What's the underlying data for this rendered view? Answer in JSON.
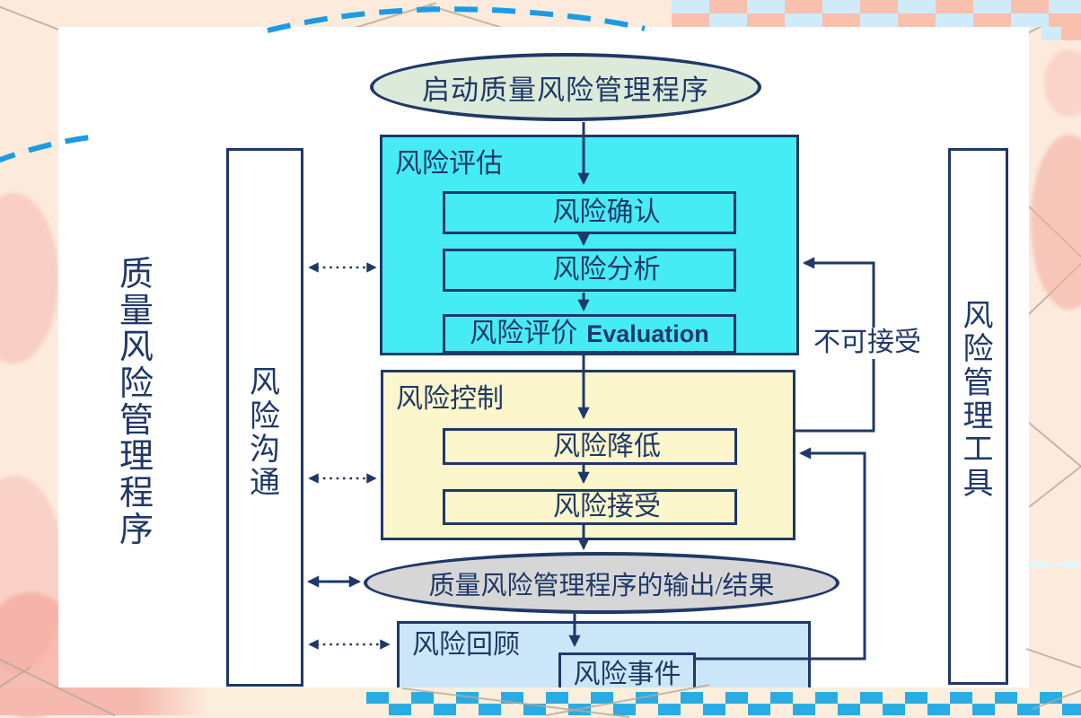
{
  "colors": {
    "ink_blue": "#1f3868",
    "assessment_fill": "#45ecf4",
    "control_fill": "#fbf6cb",
    "review_fill": "#cbe6f8",
    "start_fill": "#dcead9",
    "output_fill": "#d6d6d6",
    "decor_dash_blue": "#1b9ce2",
    "checker_blue": "#29ace3",
    "checker_salmon": "#f9c0ae",
    "checker_lightblue": "#cfeaf9",
    "background_peach": "#fcebdd"
  },
  "diagram": {
    "left_title": "质量风险管理程序",
    "start_ellipse": "启动质量风险管理程序",
    "communication": "风险沟通",
    "tools": "风险管理工具",
    "assessment": {
      "label": "风险评估",
      "step1": "风险确认",
      "step2": "风险分析",
      "step3_zh": "风险评价",
      "step3_en": "Evaluation"
    },
    "control": {
      "label": "风险控制",
      "step1": "风险降低",
      "step2": "风险接受"
    },
    "output_ellipse": "质量风险管理程序的输出/结果",
    "review": {
      "label": "风险回顾",
      "event": "风险事件"
    },
    "unacceptable": "不可接受"
  }
}
